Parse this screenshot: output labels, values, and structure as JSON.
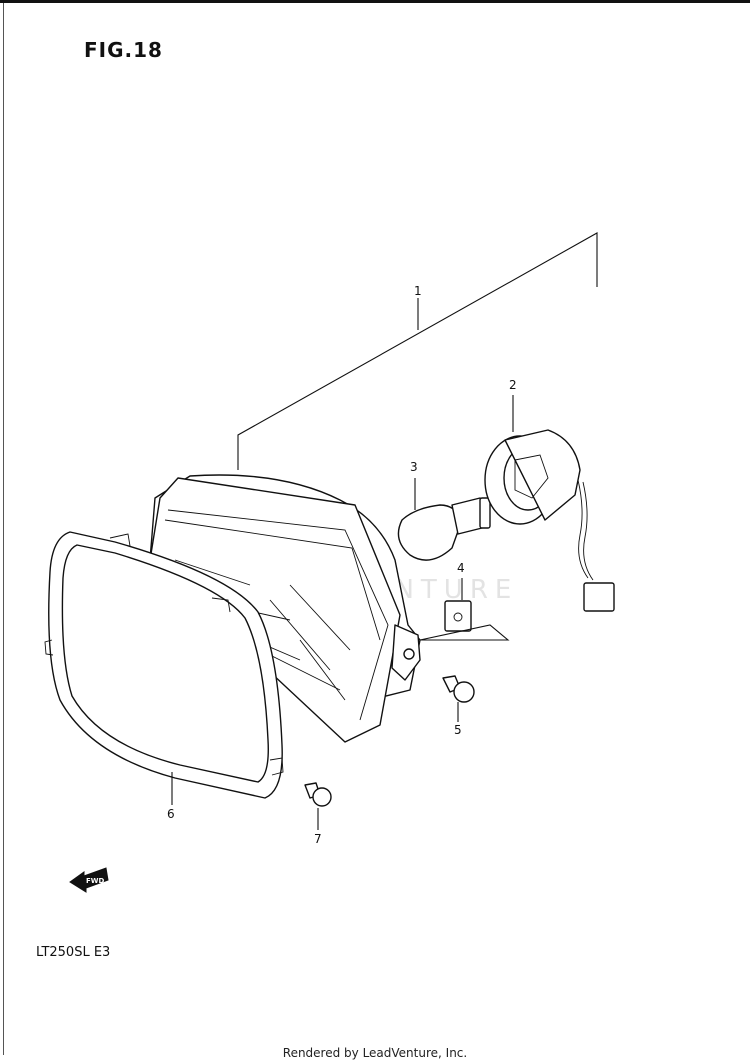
{
  "figure": {
    "title": "FIG.18"
  },
  "watermark": "LEADVENTURE",
  "callouts": [
    {
      "id": "ref-1",
      "label": "1"
    },
    {
      "id": "ref-2",
      "label": "2"
    },
    {
      "id": "ref-3",
      "label": "3"
    },
    {
      "id": "ref-4",
      "label": "4"
    },
    {
      "id": "ref-5",
      "label": "5"
    },
    {
      "id": "ref-6",
      "label": "6"
    },
    {
      "id": "ref-7",
      "label": "7"
    }
  ],
  "direction": {
    "label": "FWD"
  },
  "model": {
    "code": "LT250SL  E3"
  },
  "footer": {
    "text": "Rendered by LeadVenture, Inc."
  },
  "parts": {
    "headlight_assembly": "1",
    "socket_harness": "2",
    "bulb": "3",
    "nut": "4",
    "screw_housing": "5",
    "rim": "6",
    "screw_rim": "7"
  }
}
